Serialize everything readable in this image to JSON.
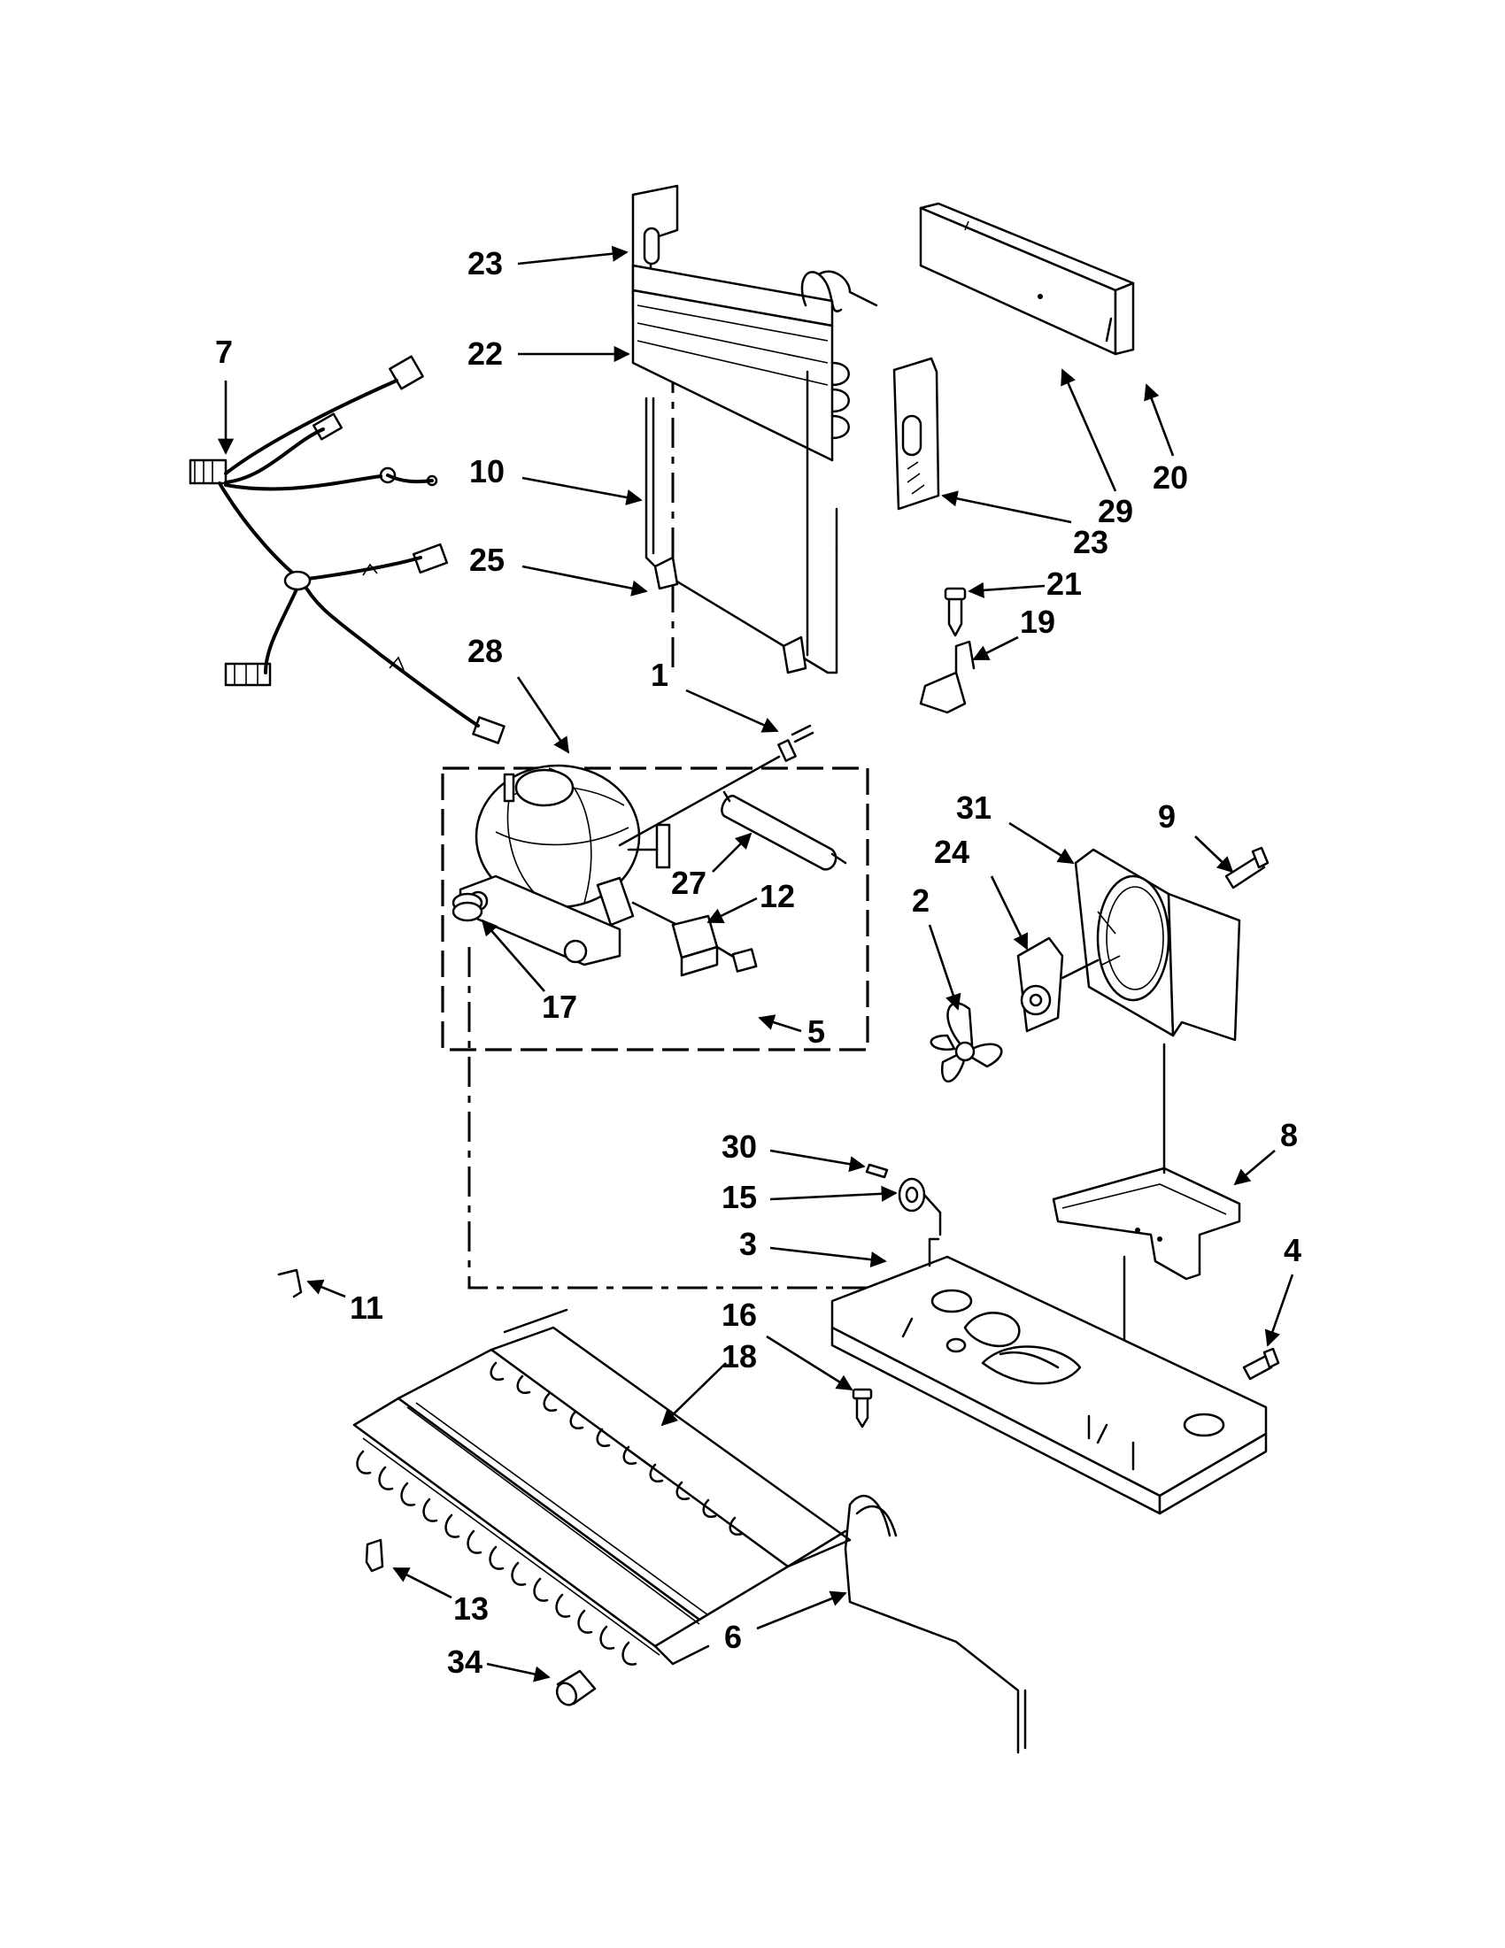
{
  "diagram": {
    "callouts": [
      {
        "label": "23"
      },
      {
        "label": "22"
      },
      {
        "label": "7"
      },
      {
        "label": "10"
      },
      {
        "label": "25"
      },
      {
        "label": "28"
      },
      {
        "label": "1"
      },
      {
        "label": "27"
      },
      {
        "label": "12"
      },
      {
        "label": "17"
      },
      {
        "label": "5"
      },
      {
        "label": "20"
      },
      {
        "label": "29"
      },
      {
        "label": "23"
      },
      {
        "label": "21"
      },
      {
        "label": "19"
      },
      {
        "label": "31"
      },
      {
        "label": "9"
      },
      {
        "label": "24"
      },
      {
        "label": "2"
      },
      {
        "label": "8"
      },
      {
        "label": "30"
      },
      {
        "label": "15"
      },
      {
        "label": "3"
      },
      {
        "label": "4"
      },
      {
        "label": "11"
      },
      {
        "label": "16"
      },
      {
        "label": "18"
      },
      {
        "label": "13"
      },
      {
        "label": "6"
      },
      {
        "label": "34"
      }
    ]
  }
}
